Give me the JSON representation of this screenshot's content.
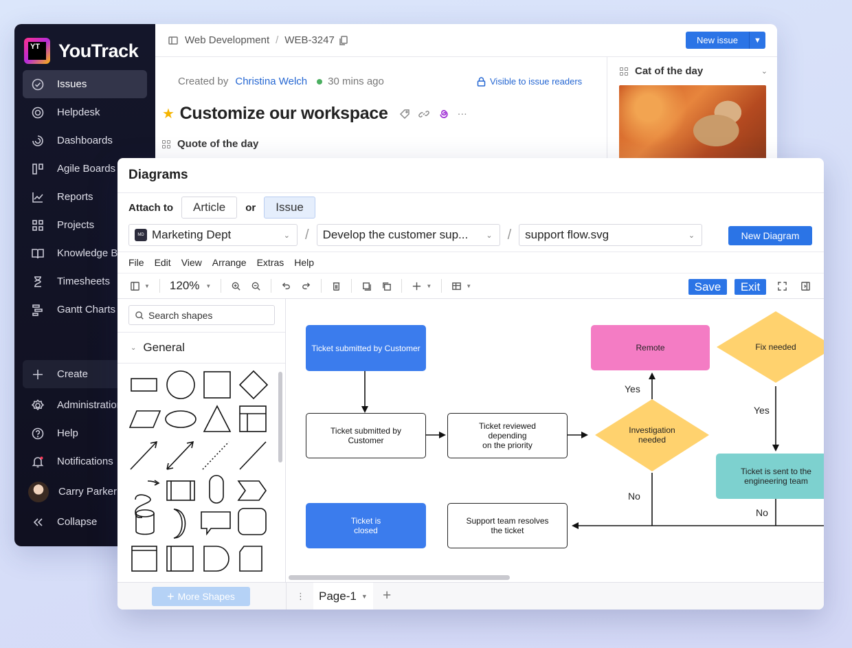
{
  "app": {
    "logo_badge": "YT",
    "name": "YouTrack"
  },
  "sidebar": {
    "items": [
      {
        "label": "Issues",
        "icon": "check-circle-icon",
        "active": true
      },
      {
        "label": "Helpdesk",
        "icon": "lifebuoy-icon"
      },
      {
        "label": "Dashboards",
        "icon": "dashboard-icon"
      },
      {
        "label": "Agile Boards",
        "icon": "board-icon"
      },
      {
        "label": "Reports",
        "icon": "chart-icon"
      },
      {
        "label": "Projects",
        "icon": "grid-icon"
      },
      {
        "label": "Knowledge Base",
        "icon": "book-icon"
      },
      {
        "label": "Timesheets",
        "icon": "hourglass-icon"
      },
      {
        "label": "Gantt Charts",
        "icon": "gantt-icon"
      }
    ],
    "bottom": {
      "create": "Create",
      "administration": "Administration",
      "help": "Help",
      "notifications": "Notifications",
      "user": "Carry Parker",
      "collapse": "Collapse"
    }
  },
  "breadcrumb": {
    "project": "Web Development",
    "issue_id": "WEB-3247"
  },
  "header": {
    "new_issue": "New issue"
  },
  "issue": {
    "created_by_label": "Created by",
    "author": "Christina Welch",
    "time": "30 mins ago",
    "visibility": "Visible to issue readers",
    "title": "Customize our workspace",
    "widget": "Quote of the day",
    "ellipsis": "···"
  },
  "right_panel": {
    "widget_title": "Cat of the day"
  },
  "dialog": {
    "title": "Diagrams",
    "attach_label": "Attach to",
    "article": "Article",
    "or": "or",
    "issue": "Issue",
    "space": "Marketing Dept",
    "space_badge": "MD",
    "document": "Develop the customer sup...",
    "file": "support flow.svg",
    "new_diagram": "New Diagram",
    "menu": [
      "File",
      "Edit",
      "View",
      "Arrange",
      "Extras",
      "Help"
    ],
    "zoom": "120%",
    "save": "Save",
    "exit": "Exit",
    "search_placeholder": "Search shapes",
    "group": "General",
    "more_shapes": "More Shapes",
    "page": "Page-1",
    "add_page": "+"
  },
  "flowchart": {
    "nodes": {
      "submitted_top": "Ticket submitted by Customer",
      "submitted": "Ticket submitted by Customer",
      "reviewed_1": "Ticket reviewed",
      "reviewed_2": "depending",
      "reviewed_3": "on the priority",
      "investigation_1": "Investigation",
      "investigation_2": "needed",
      "remote": "Remote",
      "fix_needed": "Fix needed",
      "engineering": "Ticket is sent to the engineering team",
      "closed_1": "Ticket is",
      "closed_2": "closed",
      "resolves_1": "Support team resolves",
      "resolves_2": "the ticket"
    },
    "labels": {
      "yes_remote": "Yes",
      "yes_fix": "Yes",
      "no_investigation": "No",
      "no_engineering": "No"
    }
  },
  "colors": {
    "accent": "#2b74e6",
    "flow_blue": "#3b7ced",
    "flow_pink": "#f47cc4",
    "flow_yellow": "#ffd26e",
    "flow_teal": "#7dd1cf"
  }
}
